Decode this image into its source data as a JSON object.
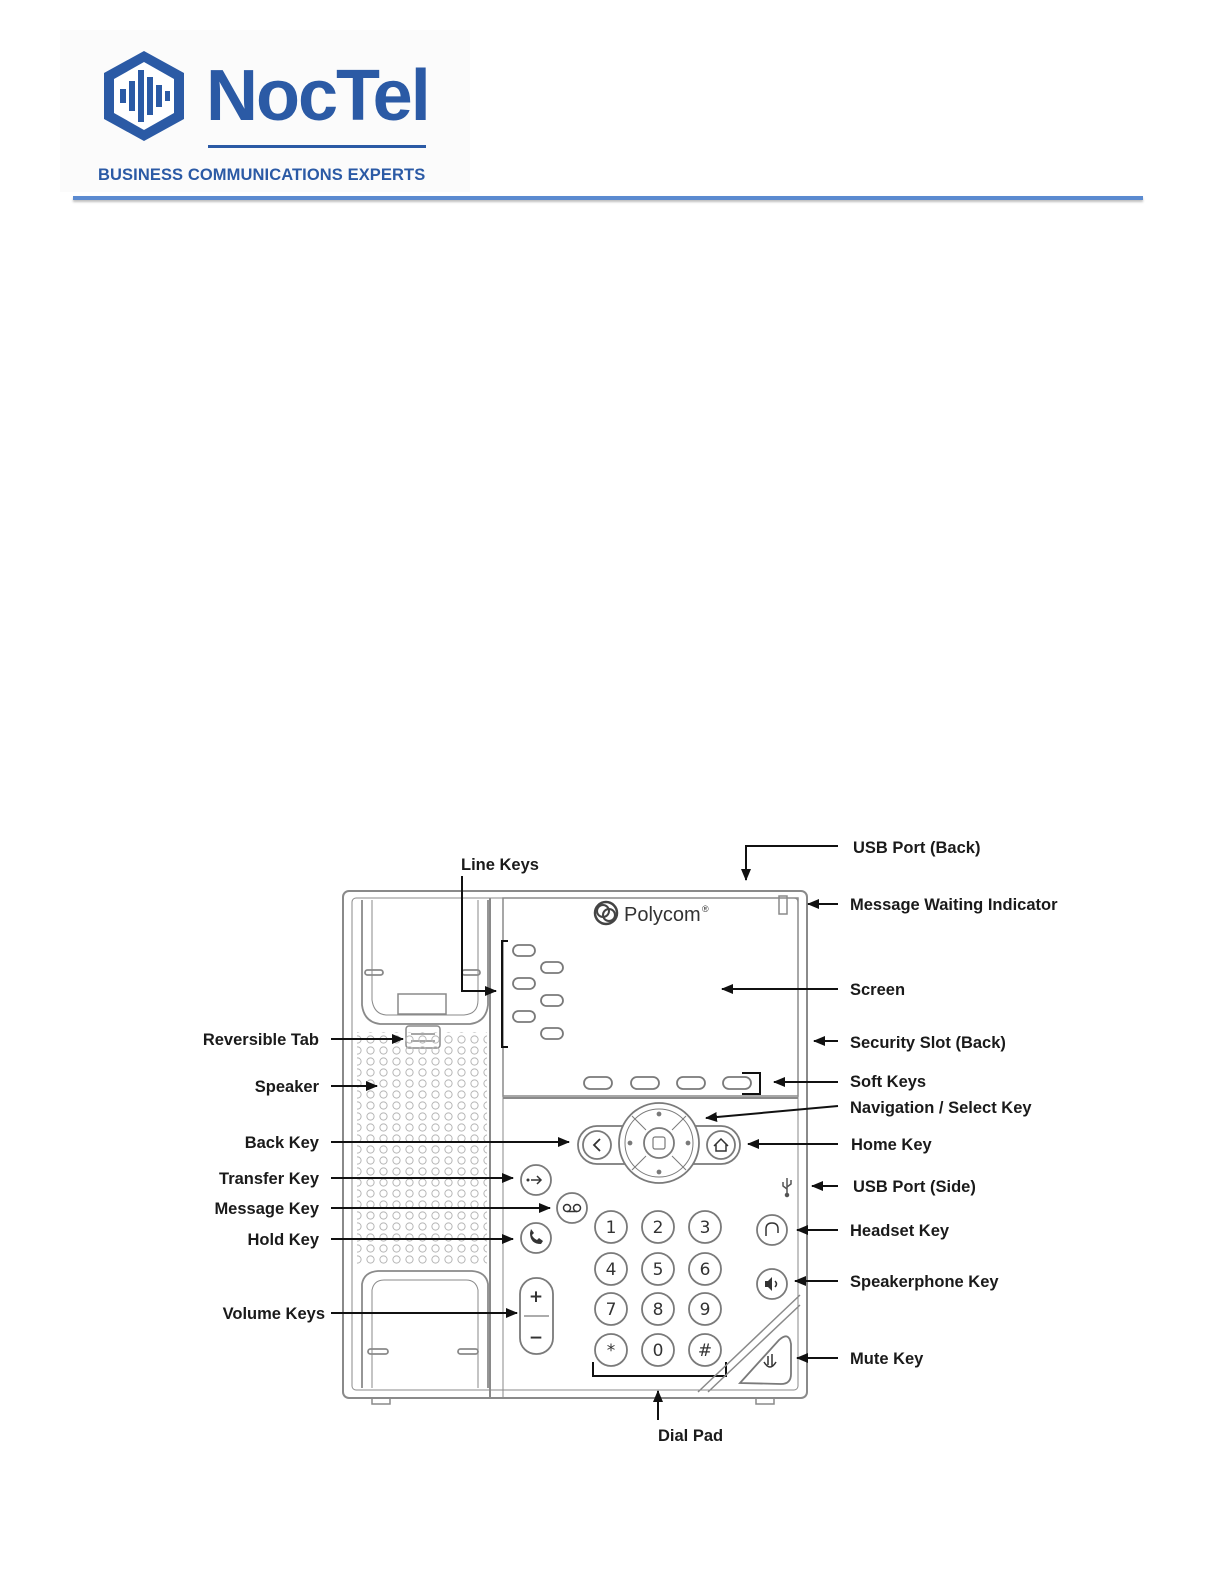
{
  "colors": {
    "brand_blue": "#2b5aa5",
    "brand_blue_dark": "#244f93",
    "rule_blue": "#5b8ad0",
    "phone_line": "#8a8a8a"
  },
  "header": {
    "logo_text": "NocTel",
    "tagline": "BUSINESS COMMUNICATIONS EXPERTS"
  },
  "phone": {
    "brand": "Polycom",
    "brand_mark": "®",
    "dialpad_keys": [
      "1",
      "2",
      "3",
      "4",
      "5",
      "6",
      "7",
      "8",
      "9",
      "*",
      "0",
      "#"
    ],
    "volume_plus": "+",
    "volume_minus": "−"
  },
  "callouts": {
    "usb_back": "USB Port (Back)",
    "line_keys": "Line Keys",
    "mwi": "Message Waiting Indicator",
    "screen": "Screen",
    "reversible_tab": "Reversible Tab",
    "security_slot": "Security Slot (Back)",
    "speaker": "Speaker",
    "soft_keys": "Soft Keys",
    "nav_select": "Navigation / Select Key",
    "back_key": "Back Key",
    "home_key": "Home Key",
    "transfer_key": "Transfer Key",
    "usb_side": "USB Port (Side)",
    "message_key": "Message Key",
    "hold_key": "Hold Key",
    "headset_key": "Headset Key",
    "speakerphone_key": "Speakerphone Key",
    "volume_keys": "Volume Keys",
    "mute_key": "Mute Key",
    "dial_pad": "Dial Pad"
  }
}
